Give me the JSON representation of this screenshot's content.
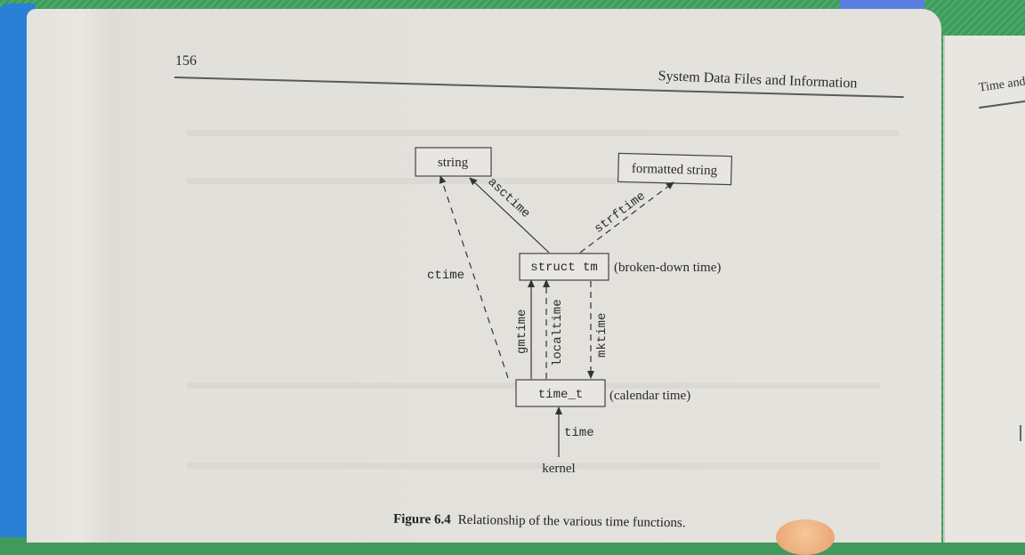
{
  "page": {
    "number": "156",
    "running_header": "System Data Files and Information",
    "facing_page_header": "Time and"
  },
  "figure": {
    "label": "Figure 6.4",
    "caption": "Relationship of the various time functions.",
    "nodes": {
      "string": "string",
      "formatted_string": "formatted string",
      "struct_tm": "struct tm",
      "struct_tm_note": "(broken-down time)",
      "time_t": "time_t",
      "time_t_note": "(calendar time)",
      "kernel": "kernel"
    },
    "edges": {
      "asctime": "asctime",
      "strftime": "strftime",
      "ctime": "ctime",
      "gmtime": "gmtime",
      "localtime": "localtime",
      "mktime": "mktime",
      "time": "time"
    }
  }
}
